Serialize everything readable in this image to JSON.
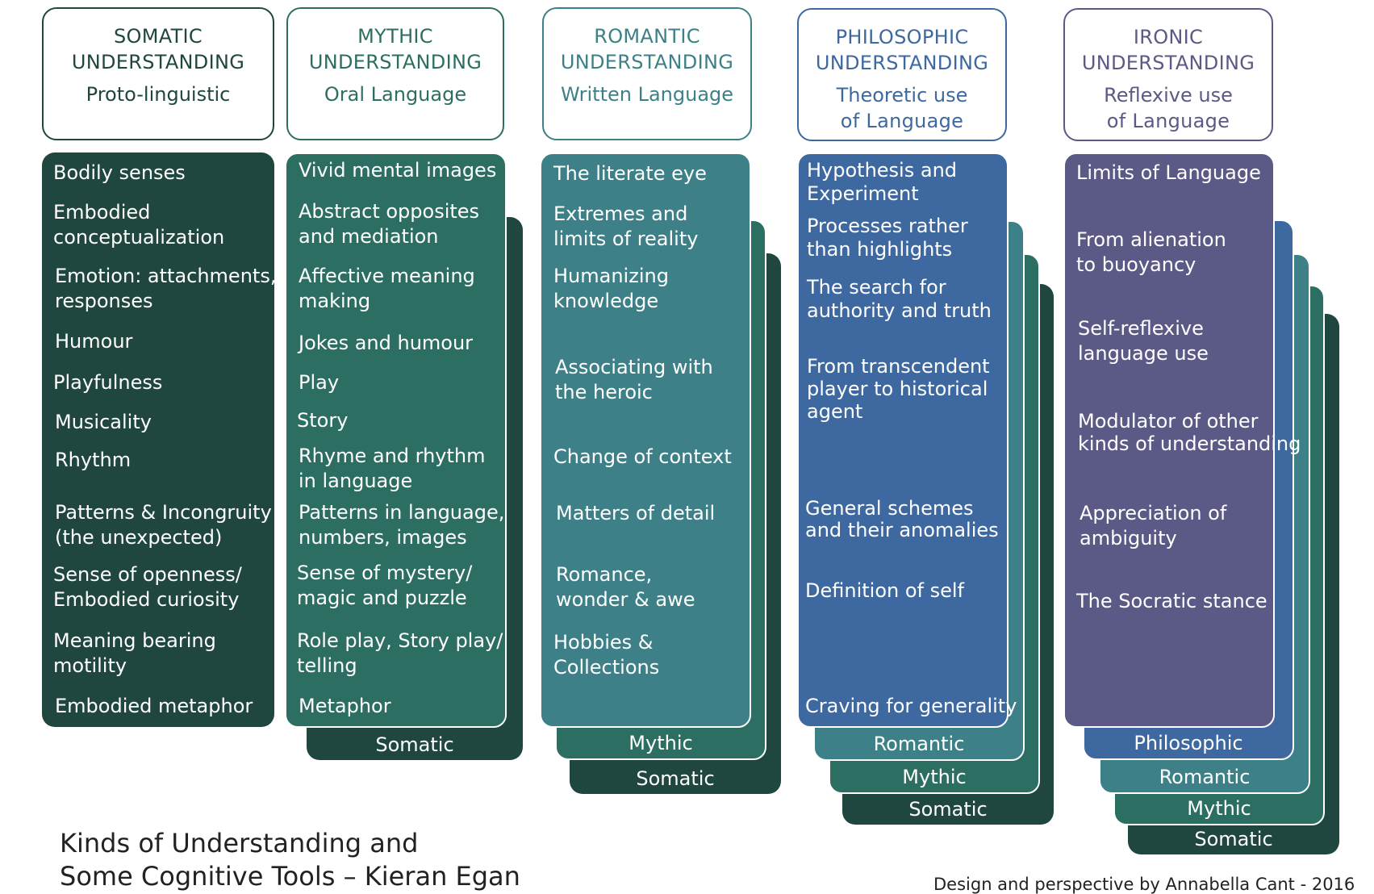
{
  "colors": {
    "somatic": "#1f463f",
    "mythic": "#2d6e63",
    "romantic": "#3d8087",
    "philosophic": "#3e68a0",
    "ironic": "#5b5985"
  },
  "columns": [
    {
      "id": "somatic",
      "title_line1": "SOMATIC",
      "title_line2": "UNDERSTANDING",
      "subtitle": "Proto-linguistic",
      "items": [
        "Bodily senses",
        "Embodied\nconceptualization",
        "Emotion: attachments,\nresponses",
        "Humour",
        "Playfulness",
        "Musicality",
        "Rhythm",
        "Patterns & Incongruity\n(the unexpected)",
        "Sense of openness/\nEmbodied curiosity",
        "Meaning bearing\nmotility",
        "Embodied metaphor"
      ],
      "layers": []
    },
    {
      "id": "mythic",
      "title_line1": "MYTHIC",
      "title_line2": "UNDERSTANDING",
      "subtitle": "Oral Language",
      "items": [
        "Vivid mental images",
        "Abstract opposites\nand mediation",
        "Affective meaning\nmaking",
        "Jokes and humour",
        "Play",
        "Story",
        "Rhyme and rhythm\nin language",
        "Patterns in language,\nnumbers, images",
        "Sense of mystery/\nmagic and puzzle",
        "Role play, Story play/\ntelling",
        "Metaphor"
      ],
      "layers": [
        "Somatic"
      ]
    },
    {
      "id": "romantic",
      "title_line1": "ROMANTIC",
      "title_line2": "UNDERSTANDING",
      "subtitle": "Written Language",
      "items": [
        "The literate eye",
        "Extremes and\nlimits of reality",
        "Humanizing\nknowledge",
        "Associating with\nthe heroic",
        "Change of context",
        "Matters of detail",
        "Romance,\nwonder & awe",
        "Hobbies &\nCollections"
      ],
      "layers": [
        "Mythic",
        "Somatic"
      ]
    },
    {
      "id": "philosophic",
      "title_line1": "PHILOSOPHIC",
      "title_line2": "UNDERSTANDING",
      "subtitle_line1": "Theoretic use",
      "subtitle_line2": "of Language",
      "items": [
        "Hypothesis and\nExperiment",
        "Processes rather\nthan highlights",
        "The search for\nauthority and truth",
        "From transcendent\nplayer to historical\nagent",
        "General schemes\nand their anomalies",
        "Definition of self",
        "Craving for generality"
      ],
      "layers": [
        "Romantic",
        "Mythic",
        "Somatic"
      ]
    },
    {
      "id": "ironic",
      "title_line1": "IRONIC",
      "title_line2": "UNDERSTANDING",
      "subtitle_line1": "Reflexive use",
      "subtitle_line2": "of Language",
      "items": [
        "Limits of Language",
        "From alienation\nto buoyancy",
        "Self-reflexive\nlanguage use",
        "Modulator of other\nkinds of understanding",
        "Appreciation of\nambiguity",
        "The Socratic stance"
      ],
      "layers": [
        "Philosophic",
        "Romantic",
        "Mythic",
        "Somatic"
      ]
    }
  ],
  "footer": {
    "title": "Kinds of Understanding and\nSome Cognitive Tools – Kieran Egan",
    "credit": "Design and perspective by Annabella Cant - 2016"
  }
}
